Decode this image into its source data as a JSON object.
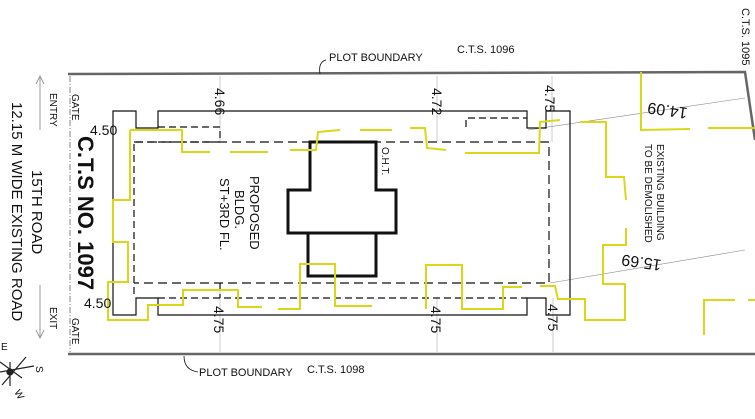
{
  "labels": {
    "plot_boundary_top": "PLOT BOUNDARY",
    "cts_top": "C.T.S.  1096",
    "cts_right": "C.T.S. 1095",
    "plot_boundary_bottom": "PLOT BOUNDARY",
    "cts_bottom": "C.T.S.  1098",
    "cts_main": "C.T.S NO. 1097",
    "proposed": [
      "PROPOSED",
      "BLDG.",
      "ST+3RD FL."
    ],
    "oht": "O.H.T.",
    "existing": [
      "EXISTING BUILDING",
      "TO BE DEMOLISHED"
    ],
    "entry": "ENTRY",
    "exit": "EXIT",
    "gate_top": "GATE",
    "gate_bottom": "GATE",
    "road_name": "15TH ROAD",
    "road_width": "12.15 M WIDE EXISTING ROAD",
    "compass": {
      "e": "E",
      "s": "S",
      "w": "W"
    }
  },
  "dimensions": {
    "top": [
      "4.66",
      "4.72",
      "4.75"
    ],
    "bottom": [
      "4.75",
      "4.75",
      "4.75"
    ],
    "left_top": "4.50",
    "left_bottom": "4.50",
    "diag_top": "14.09",
    "diag_bottom": "15.69"
  },
  "colors": {
    "line": "#111111",
    "existing": "#d8d818",
    "boundary": "#777777"
  }
}
